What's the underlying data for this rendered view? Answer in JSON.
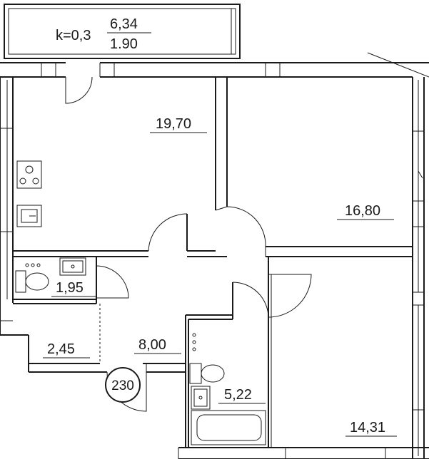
{
  "balcony": {
    "coefficient": "k=0,3",
    "area": "6,34",
    "reduced_area": "1.90"
  },
  "rooms": {
    "kitchen_living": "19,70",
    "bedroom_large": "16,80",
    "toilet": "1,95",
    "storage": "2,45",
    "hall": "8,00",
    "bathroom": "5,22",
    "bedroom_small": "14,31"
  },
  "entrance_height": "230"
}
